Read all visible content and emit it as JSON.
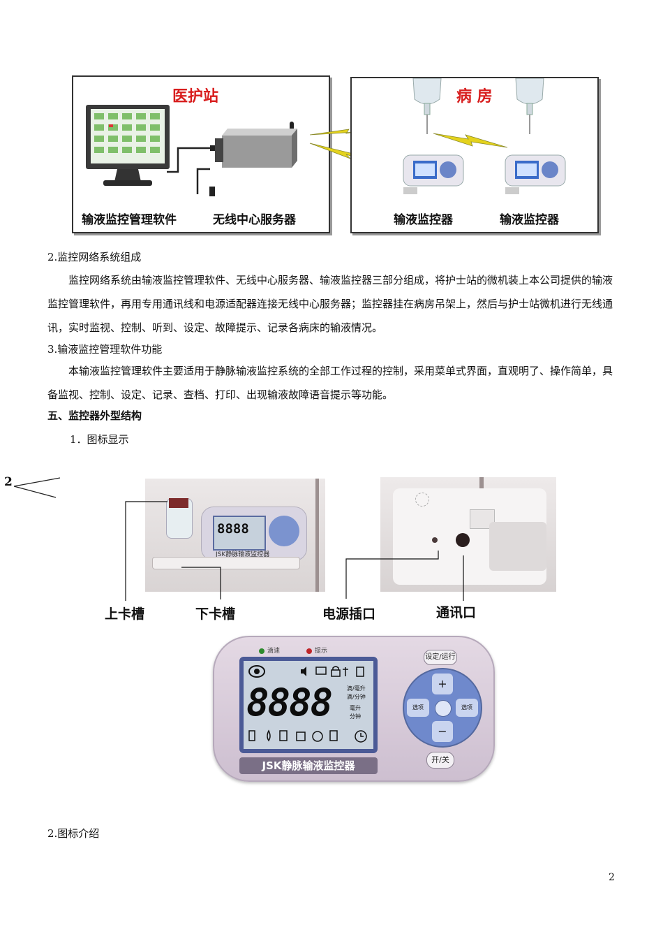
{
  "diagram": {
    "left_panel_title": "医护站",
    "right_panel_title": "病 房",
    "label_software": "输液监控管理软件",
    "label_server": "无线中心服务器",
    "label_monitor_1": "输液监控器",
    "label_monitor_2": "输液监控器"
  },
  "sections": {
    "s2_heading": "2.监控网络系统组成",
    "s2_body": "监控网络系统由输液监控管理软件、无线中心服务器、输液监控器三部分组成，将护士站的微机装上本公司提供的输液监控管理软件，再用专用通讯线和电源适配器连接无线中心服务器；监控器挂在病房吊架上，然后与护士站微机进行无线通讯，实时监视、控制、听到、设定、故障提示、记录各病床的输液情况。",
    "s3_heading": "3.输液监控管理软件功能",
    "s3_body": "本输液监控管理软件主要适用于静脉输液监控系统的全部工作过程的控制，采用菜单式界面，直观明了、操作简单，具备监视、控制、设定、记录、查档、打印、出现输液故障语音提示等功能。",
    "s5_heading": "五、监控器外型结构",
    "s5_sub1": "1．图标显示",
    "margin_mark": "2",
    "s5_sub2": "2.图标介绍"
  },
  "photo_labels": {
    "upper_slot": "上卡槽",
    "lower_slot": "下卡槽",
    "power_port": "电源插口",
    "comm_port": "通讯口"
  },
  "device": {
    "indicator_drip": "滴速",
    "indicator_alert": "提示",
    "btn_set_run": "设定/运行",
    "btn_power": "开/关",
    "btn_plus": "+",
    "btn_minus": "−",
    "btn_select_left": "选项",
    "btn_select_right": "选项",
    "lcd_digits": "8888",
    "unit_1": "滴/毫升",
    "unit_2": "滴/分钟",
    "unit_3": "毫升",
    "unit_4": "分钟",
    "brand": "JSK静脉输液监控器",
    "mini_brand": "JSK静脉输液监控器"
  },
  "page_number": "2"
}
